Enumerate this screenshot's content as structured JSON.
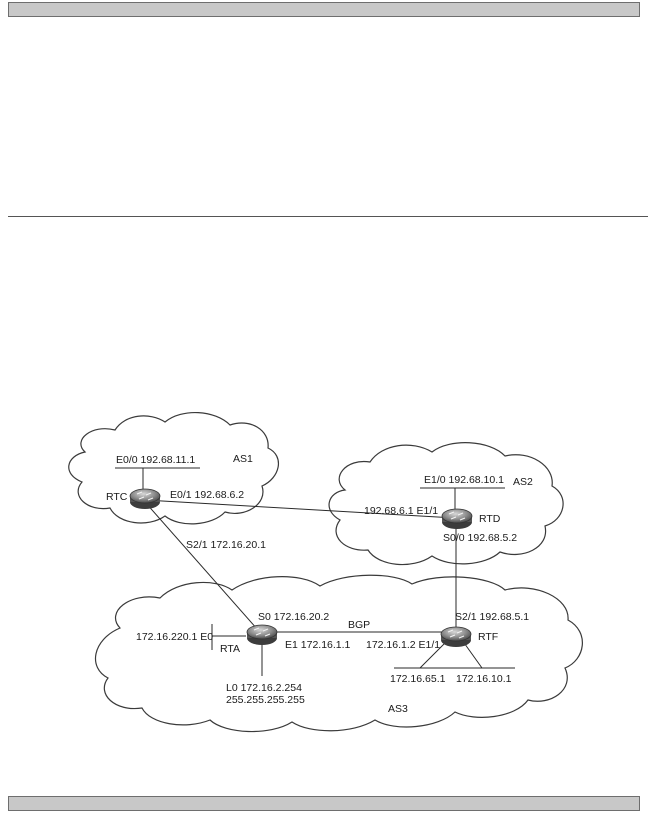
{
  "as_labels": {
    "as1": "AS1",
    "as2": "AS2",
    "as3": "AS3"
  },
  "routers": {
    "rtc": "RTC",
    "rtd": "RTD",
    "rta": "RTA",
    "rtf": "RTF"
  },
  "interfaces": {
    "rtc_e00": "E0/0 192.68.11.1",
    "rtc_e01": "E0/1 192.68.6.2",
    "rtc_s21": "S2/1 172.16.20.1",
    "rtd_e10": "E1/0 192.68.10.1",
    "rtd_e11": "192.68.6.1 E1/1",
    "rtd_s00": "S0/0 192.68.5.2",
    "rta_s0": "S0 172.16.20.2",
    "rta_e0": "172.16.220.1 E0",
    "rta_e1": "E1 172.16.1.1",
    "rta_l0": "L0 172.16.2.254",
    "rta_l0_mask": "255.255.255.255",
    "rtf_s21": "S2/1 192.68.5.1",
    "rtf_e11": "172.16.1.2 E1/1",
    "rtf_net1": "172.16.65.1",
    "rtf_net2": "172.16.10.1"
  },
  "protocol_label": "BGP"
}
